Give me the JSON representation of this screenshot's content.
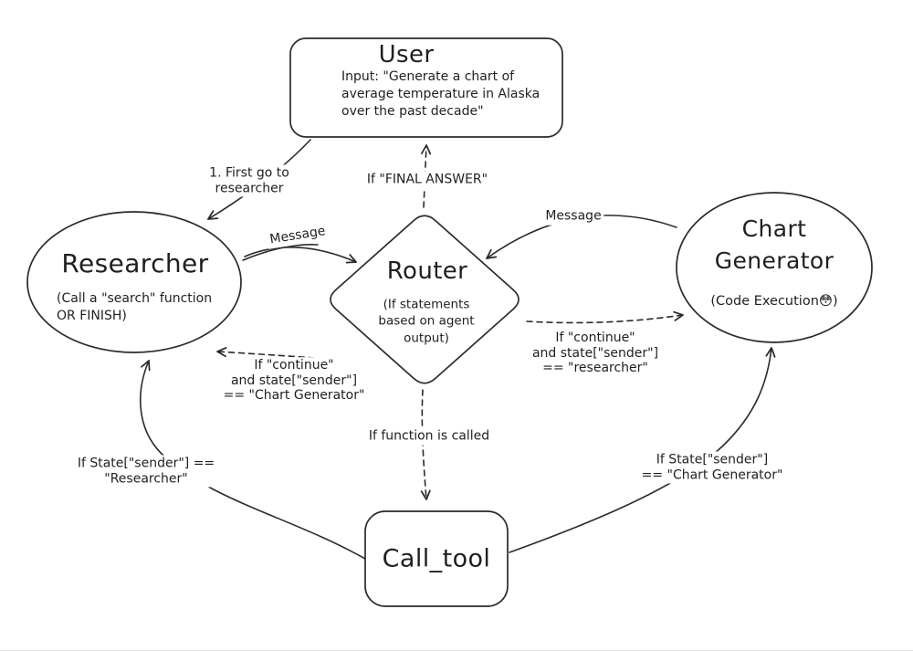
{
  "colors": {
    "background": "#ffffff",
    "stroke": "#2b2b2b",
    "text": "#1f1f1f",
    "divider": "#e2e2e2"
  },
  "nodes": {
    "user": {
      "shape": "rounded-rect",
      "title": "User",
      "body": "Input: \"Generate a chart of\naverage temperature in Alaska\nover the past decade\""
    },
    "researcher": {
      "shape": "ellipse",
      "title": "Researcher",
      "body": "(Call a \"search\" function\nOR FINISH)"
    },
    "router": {
      "shape": "diamond",
      "title": "Router",
      "body": "(If statements\nbased on agent\noutput)"
    },
    "chart_generator": {
      "shape": "ellipse",
      "title": "Chart\nGenerator",
      "body": "(Code Execution😳)"
    },
    "call_tool": {
      "shape": "rounded-rect",
      "title": "Call_tool"
    }
  },
  "edges": [
    {
      "id": "user-to-researcher",
      "style": "solid",
      "label": "1. First go to\nresearcher"
    },
    {
      "id": "router-to-user",
      "style": "dashed",
      "label": "If \"FINAL ANSWER\""
    },
    {
      "id": "researcher-to-router",
      "style": "solid",
      "label": "Message"
    },
    {
      "id": "chart-generator-to-router",
      "style": "solid",
      "label": "Message"
    },
    {
      "id": "router-to-researcher",
      "style": "dashed",
      "label": "If \"continue\"\nand state[\"sender\"]\n== \"Chart Generator\""
    },
    {
      "id": "router-to-chart-generator",
      "style": "dashed",
      "label": "If \"continue\"\nand state[\"sender\"]\n== \"researcher\""
    },
    {
      "id": "router-to-call-tool",
      "style": "dashed",
      "label": "If function is called"
    },
    {
      "id": "call-tool-to-researcher",
      "style": "solid",
      "label": "If State[\"sender\"] ==\n\"Researcher\""
    },
    {
      "id": "call-tool-to-chart-generator",
      "style": "solid",
      "label": "If State[\"sender\"]\n== \"Chart Generator\""
    }
  ]
}
